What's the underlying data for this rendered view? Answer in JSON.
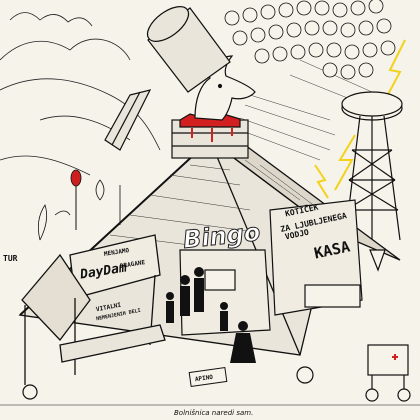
{
  "illustration": {
    "signs": {
      "menjamo": "MENJAMO",
      "daydam": "DayDam",
      "dragane": "DRAGANE",
      "vitalni": "VITALNI",
      "neme": "NEMENJENIH DELI",
      "bingo": "Bingo",
      "kotic_line1": "KOTIČEK",
      "kotic_line2": "ZA LJUBLJENEGA",
      "kotic_line3": "VODJO",
      "kasa": "KASA",
      "tur": "TUR",
      "pino": "APINO"
    },
    "caption": "Bolnišnica naredi sam."
  },
  "colors": {
    "paper": "#f6f3ea",
    "ink": "#111111",
    "blood": "#d21f1f",
    "lightning": "#f3d21a",
    "flower": "#cc2020"
  }
}
